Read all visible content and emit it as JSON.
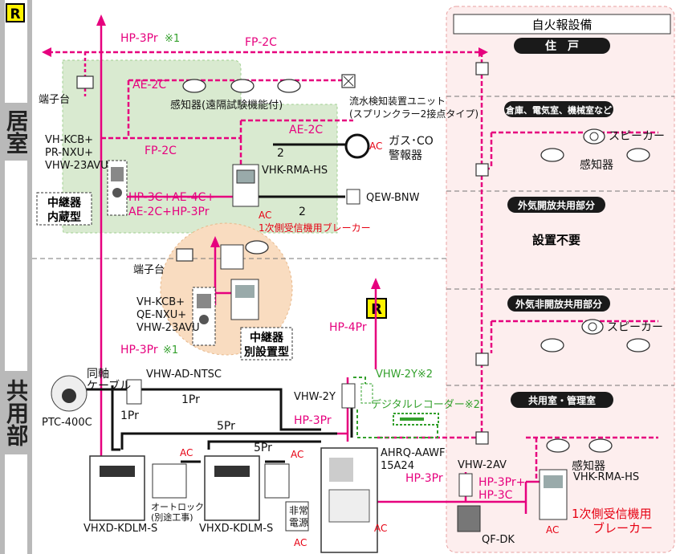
{
  "colors": {
    "magenta": "#e6007e",
    "green": "#33a02c",
    "red": "#e60012",
    "black": "#111111",
    "zone_green": "#d9ead0",
    "zone_orange": "#f9dcc0",
    "zone_pink": "#fdeeee",
    "gray": "#b9b9b9"
  },
  "side": {
    "residence": "居室",
    "common": "共用部"
  },
  "r_mark": "R",
  "fire": {
    "title": "自火報設備",
    "residence": "住　戸",
    "storage": "倉庫、電気室、機械室など",
    "open_common": "外気開放共用部分",
    "not_needed": "設置不要",
    "closed_common": "外気非開放共用部分",
    "mgmt": "共用室・管理室",
    "speaker": "スピーカー",
    "detector": "感知器"
  },
  "cables": {
    "hp3pr_top": "HP-3Pr",
    "note1": "※1",
    "fp2c_top": "FP-2C",
    "ae2c_a": "AE-2C",
    "ae2c_b": "AE-2C",
    "fp2c_mid": "FP-2C",
    "hp_combo_1": "HP-3C+AE-4C+",
    "hp_combo_2": "AE-2C+HP-3Pr",
    "two_a": "2",
    "two_b": "2",
    "hp4pr": "HP-4Pr",
    "hp3pr_mid": "HP-3Pr",
    "hp3pr_left": "HP-3Pr",
    "hp3pr_right": "HP-3Pr",
    "hp3pr_plus": "HP-3Pr+",
    "hp3c": "HP-3C",
    "vhw2y_note": "VHW-2Y※2",
    "recorder_note": "デジタルレコーダー※2",
    "onepr_a": "1Pr",
    "onepr_b": "1Pr",
    "fivepr_a": "5Pr",
    "fivepr_b": "5Pr",
    "coax": "同軸",
    "cable": "ケーブル"
  },
  "devices": {
    "terminal": "端子台",
    "detector_remote": "感知器(遠隔試験機能付)",
    "flow_unit_1": "流水検知装置ユニット",
    "flow_unit_2": "(スプリンクラー2接点タイプ)",
    "gas_1": "ガス･CO",
    "gas_2": "警報器",
    "vhk_rma_hs": "VHK-RMA-HS",
    "qew_bnw": "QEW-BNW",
    "breaker": "1次側受信機用ブレーカー",
    "ac": "AC",
    "vh_kcb_1": "VH-KCB+",
    "vh_kcb_2": "PR-NXU+",
    "vh_kcb_3": "VHW-23AVU",
    "builtin_1": "中継器",
    "builtin_2": "内蔵型",
    "qe_1": "VH-KCB+",
    "qe_2": "QE-NXU+",
    "qe_3": "VHW-23AVU",
    "separate_1": "中継器",
    "separate_2": "別設置型",
    "vhw_ad_ntsc": "VHW-AD-NTSC",
    "ptc": "PTC-400C",
    "vhw_2y": "VHW-2Y",
    "ahrq_1": "AHRQ-AAWF",
    "ahrq_2": "15A24",
    "vhw_2av": "VHW-2AV",
    "qf_dk": "QF-DK",
    "autolock_1": "オートロック",
    "autolock_2": "(別途工事)",
    "vhxd_a": "VHXD-KDLM-S",
    "vhxd_b": "VHXD-KDLM-S",
    "emergency_1": "非常",
    "emergency_2": "電源",
    "breaker_big_1": "1次側受信機用",
    "breaker_big_2": "ブレーカー"
  }
}
